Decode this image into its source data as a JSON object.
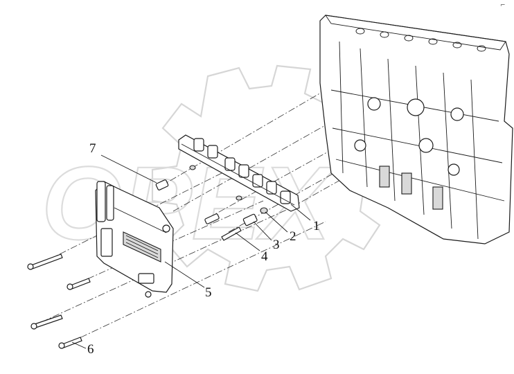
{
  "diagram": {
    "callouts": [
      {
        "id": "1",
        "label": "1"
      },
      {
        "id": "2",
        "label": "2"
      },
      {
        "id": "3",
        "label": "3"
      },
      {
        "id": "4",
        "label": "4"
      },
      {
        "id": "5",
        "label": "5"
      },
      {
        "id": "6",
        "label": "6"
      },
      {
        "id": "7",
        "label": "7"
      }
    ],
    "watermark": "OPEX",
    "corner_mark": "⌐"
  }
}
